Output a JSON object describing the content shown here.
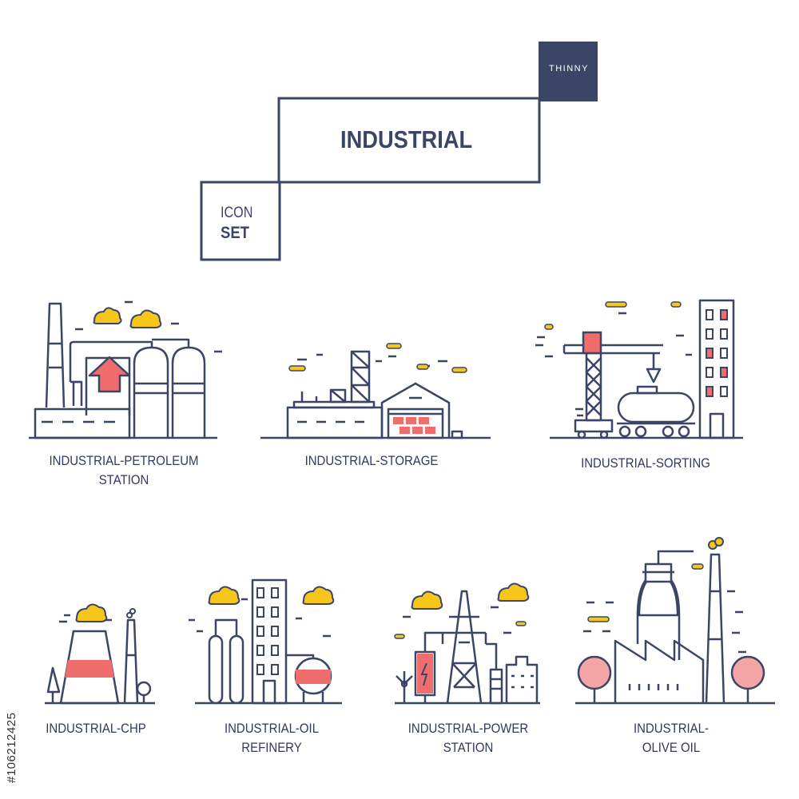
{
  "header": {
    "tag": "THINNY",
    "title": "INDUSTRIAL",
    "subtitle_line1": "ICON",
    "subtitle_line2": "SET"
  },
  "icons": [
    {
      "line1": "INDUSTRIAL-PETROLEUM",
      "line2": "STATION"
    },
    {
      "line1": "INDUSTRIAL-STORAGE",
      "line2": ""
    },
    {
      "line1": "INDUSTRIAL-SORTING",
      "line2": ""
    },
    {
      "line1": "INDUSTRIAL-CHP",
      "line2": ""
    },
    {
      "line1": "INDUSTRIAL-OIL",
      "line2": "REFINERY"
    },
    {
      "line1": "INDUSTRIAL-POWER",
      "line2": "STATION"
    },
    {
      "line1": "INDUSTRIAL-",
      "line2": "OLIVE OIL"
    }
  ],
  "stock_id": "#106212425",
  "colors": {
    "line": "#3b4566",
    "accent_red": "#f06d6d",
    "pink": "#f4a5a5",
    "yellow": "#f6c61b",
    "tag_bg": "#3b4566"
  }
}
